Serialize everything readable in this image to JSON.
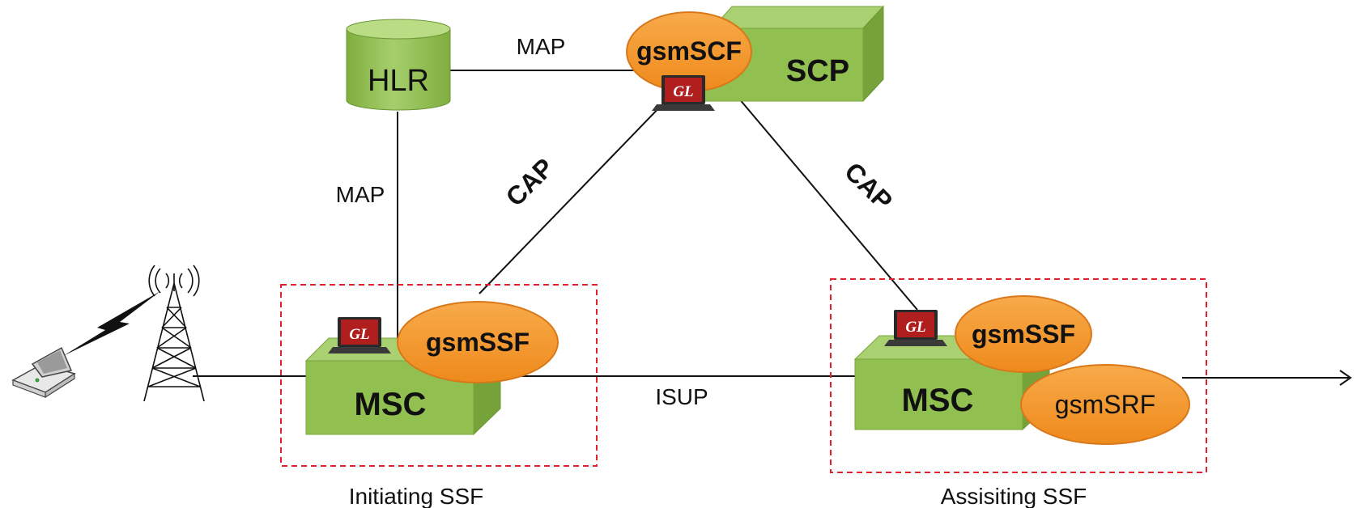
{
  "nodes": {
    "hlr": "HLR",
    "scp": "SCP",
    "gsmscf": "gsmSCF",
    "msc_left": "MSC",
    "gsmssf_left": "gsmSSF",
    "msc_right": "MSC",
    "gsmssf_right": "gsmSSF",
    "gsmsrf": "gsmSRF"
  },
  "links": {
    "hlr_scp": "MAP",
    "hlr_msc": "MAP",
    "cap_left": "CAP",
    "cap_right": "CAP",
    "isup": "ISUP"
  },
  "groups": {
    "initiating": "Initiating SSF",
    "assisting": "Assisiting SSF"
  },
  "laptop_badge": "GL",
  "colors": {
    "green_front": "#92c050",
    "green_top": "#a9d071",
    "green_side": "#76a23a",
    "orange": "#f59a2e",
    "orange_dark": "#d9781a",
    "laptop_screen": "#b01e1e",
    "dashed_red": "#e0202a"
  },
  "icons": [
    "mobile-phone-icon",
    "radio-tower-icon",
    "laptop-icon",
    "lightning-icon"
  ]
}
